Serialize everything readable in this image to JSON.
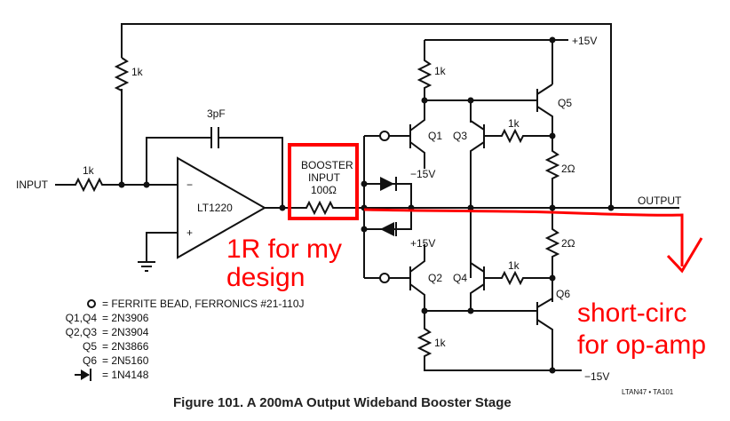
{
  "figure": {
    "caption": "Figure 101. A 200mA Output Wideband Booster Stage",
    "code": "LTAN47 • TA101"
  },
  "circuit": {
    "input_label": "INPUT",
    "output_label": "OUTPUT",
    "opamp_label": "LT1220",
    "opamp_minus": "−",
    "opamp_plus": "+",
    "r_input": "1k",
    "r_feedback": "1k",
    "capacitor": "3pF",
    "booster_input": [
      "BOOSTER",
      "INPUT",
      "100Ω"
    ],
    "r_q1_collector": "1k",
    "r_q3_base": "1k",
    "r_q4_base": "1k",
    "r_q2_collector": "1k",
    "r_emitter_top": "2Ω",
    "r_emitter_bottom": "2Ω",
    "supply_pos_top": "+15V",
    "supply_neg_q1": "−15V",
    "supply_pos_q2": "+15V",
    "supply_neg_bottom": "−15V",
    "transistors": [
      "Q1",
      "Q2",
      "Q3",
      "Q4",
      "Q5",
      "Q6"
    ]
  },
  "legend": [
    {
      "symbol": "ferrite-bead",
      "key": "",
      "value": "= FERRITE BEAD, FERRONICS #21-110J"
    },
    {
      "symbol": "",
      "key": "Q1,Q4",
      "value": "= 2N3906"
    },
    {
      "symbol": "",
      "key": "Q2,Q3",
      "value": "= 2N3904"
    },
    {
      "symbol": "",
      "key": "Q5",
      "value": "= 2N3866"
    },
    {
      "symbol": "",
      "key": "Q6",
      "value": "= 2N5160"
    },
    {
      "symbol": "diode",
      "key": "",
      "value": "= 1N4148"
    }
  ],
  "annotations": {
    "color": "#ff0000",
    "left_note": [
      "1R for my",
      "design"
    ],
    "right_note": [
      "short-circ",
      "for op-amp"
    ]
  }
}
